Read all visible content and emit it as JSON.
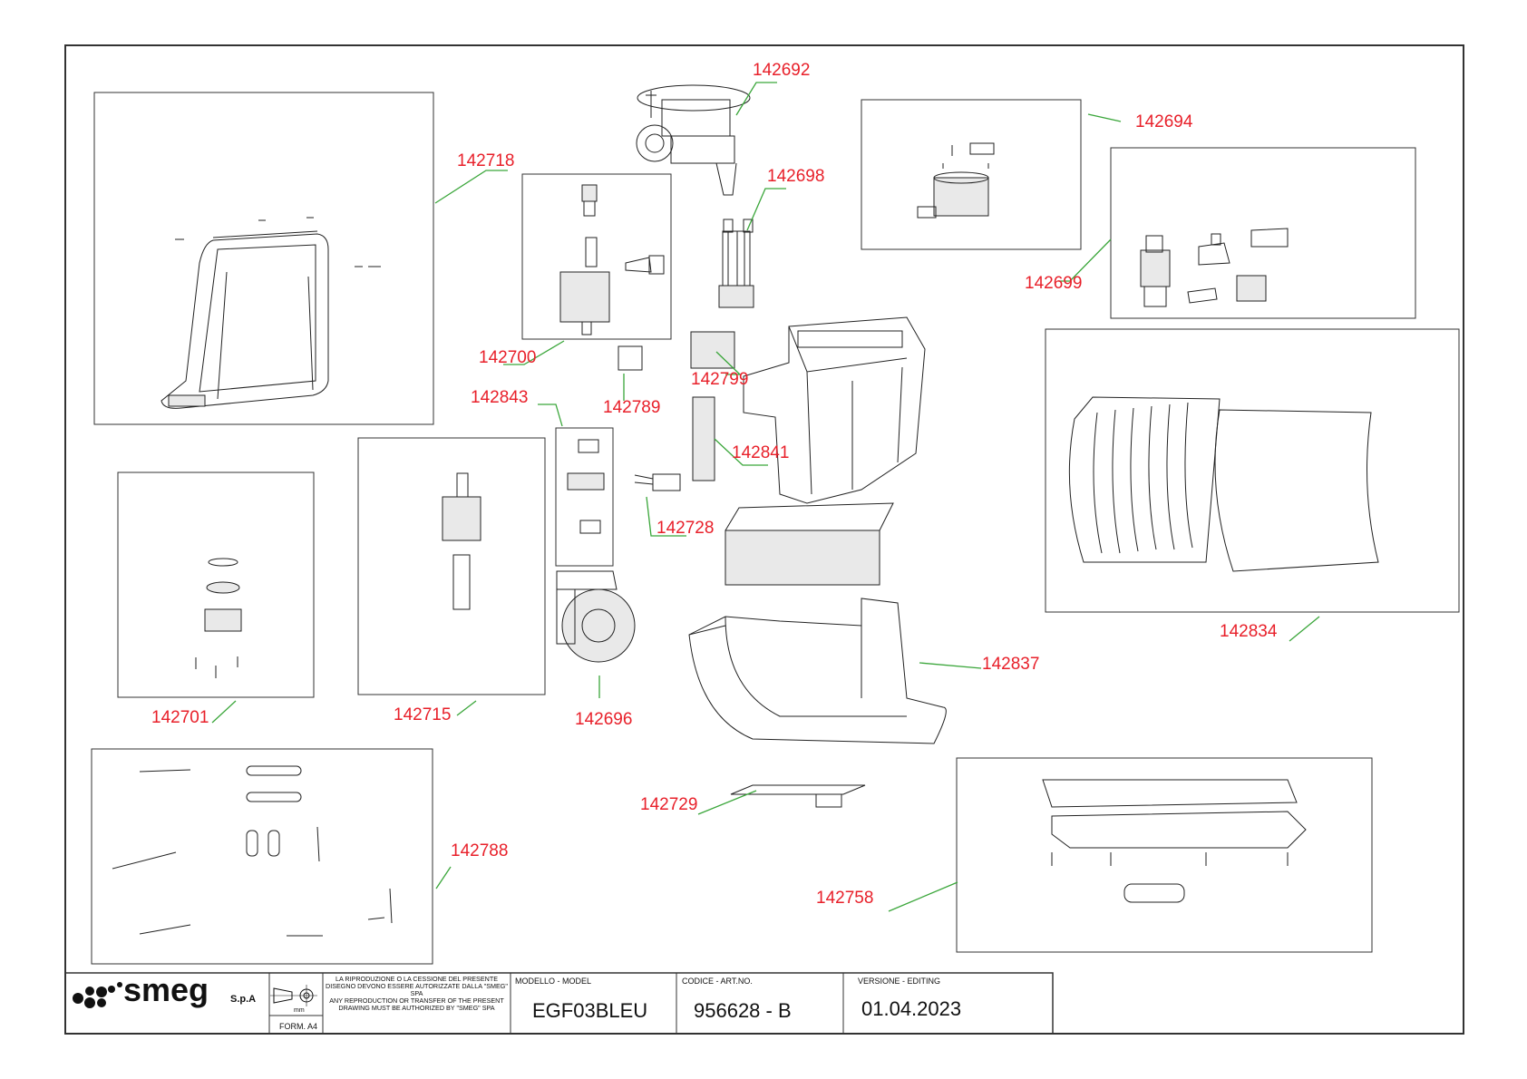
{
  "parts": [
    {
      "id": "142692",
      "label": "142692"
    },
    {
      "id": "142694",
      "label": "142694"
    },
    {
      "id": "142718",
      "label": "142718"
    },
    {
      "id": "142698",
      "label": "142698"
    },
    {
      "id": "142699",
      "label": "142699"
    },
    {
      "id": "142700",
      "label": "142700"
    },
    {
      "id": "142799",
      "label": "142799"
    },
    {
      "id": "142789",
      "label": "142789"
    },
    {
      "id": "142843",
      "label": "142843"
    },
    {
      "id": "142841",
      "label": "142841"
    },
    {
      "id": "142728",
      "label": "142728"
    },
    {
      "id": "142834",
      "label": "142834"
    },
    {
      "id": "142837",
      "label": "142837"
    },
    {
      "id": "142701",
      "label": "142701"
    },
    {
      "id": "142715",
      "label": "142715"
    },
    {
      "id": "142696",
      "label": "142696"
    },
    {
      "id": "142729",
      "label": "142729"
    },
    {
      "id": "142788",
      "label": "142788"
    },
    {
      "id": "142758",
      "label": "142758"
    }
  ],
  "title_block": {
    "brand": "smeg",
    "brand_suffix": "S.p.A",
    "unit": "mm",
    "format": "FORM. A4",
    "notice_it": "LA RIPRODUZIONE O LA CESSIONE DEL PRESENTE DISEGNO DEVONO ESSERE AUTORIZZATE DALLA \"SMEG\" SPA",
    "notice_en": "ANY REPRODUCTION OR TRANSFER OF THE PRESENT DRAWING MUST BE AUTHORIZED BY \"SMEG\" SPA",
    "model_label": "MODELLO - MODEL",
    "model_value": "EGF03BLEU",
    "code_label": "CODICE - ART.NO.",
    "code_value": "956628 - B",
    "version_label": "VERSIONE - EDITING",
    "version_value": "01.04.2023"
  },
  "colors": {
    "label": "#e8202a",
    "leader": "#3aa63a",
    "line": "#222222"
  }
}
